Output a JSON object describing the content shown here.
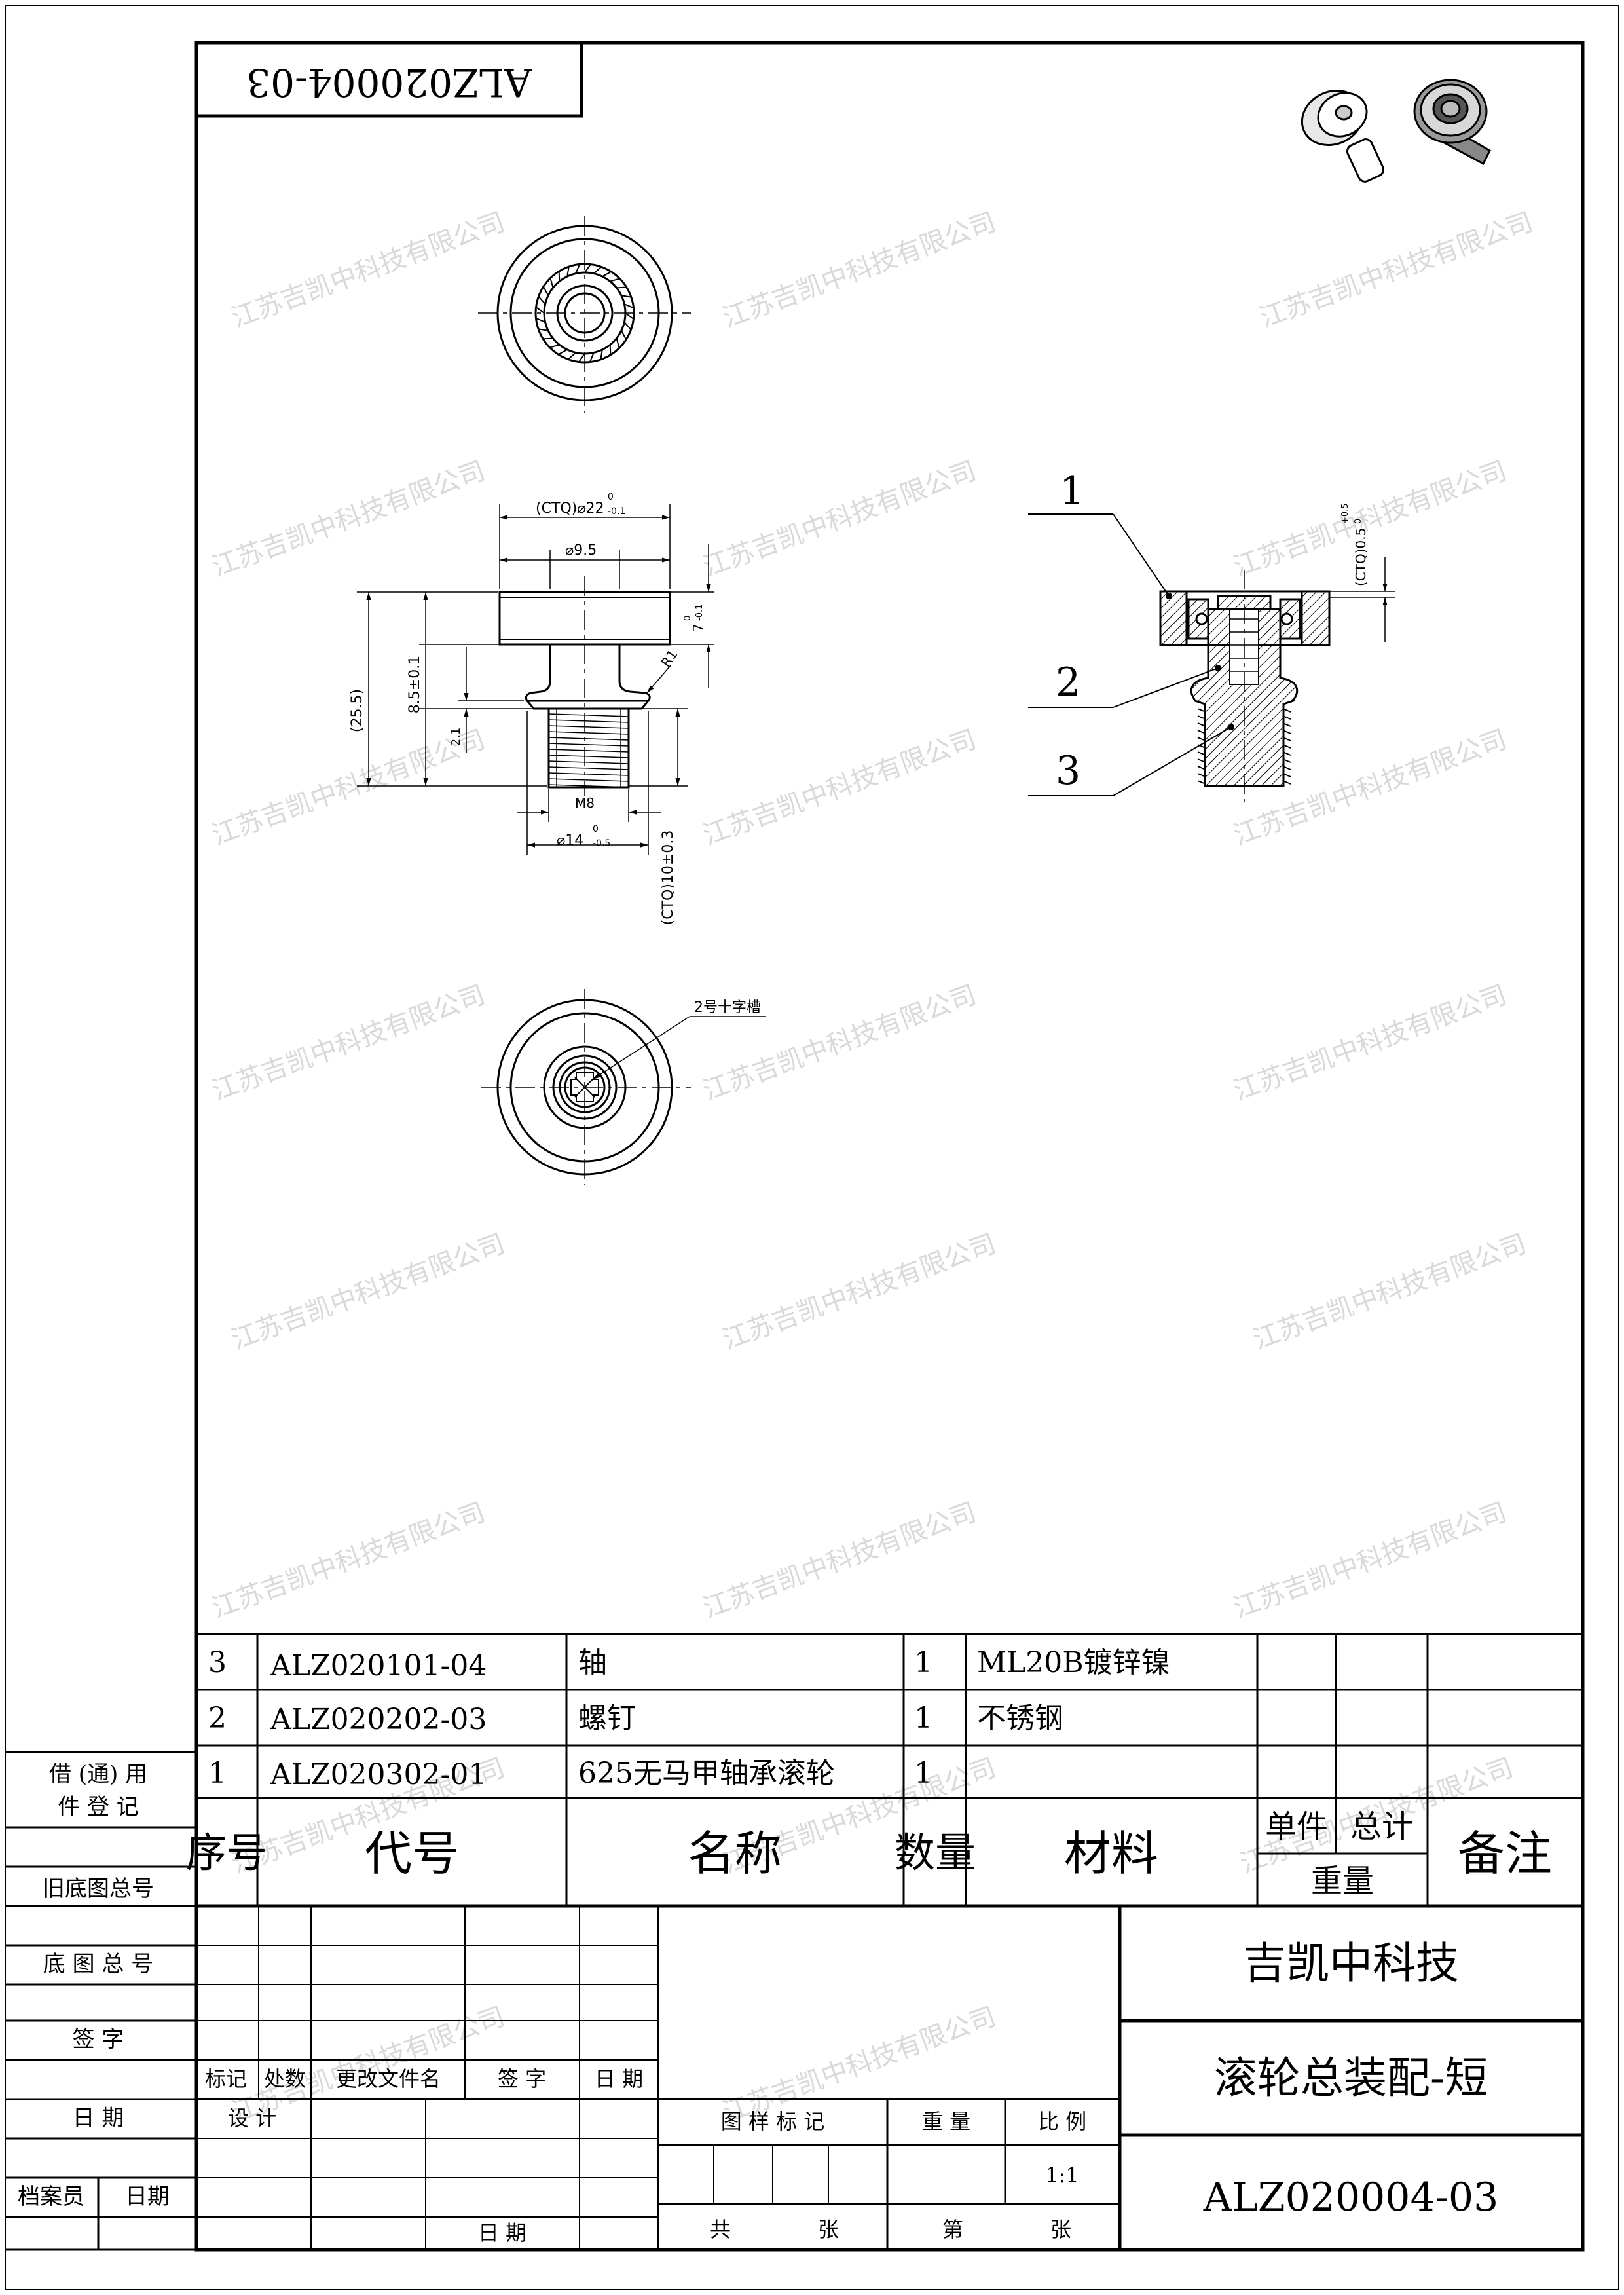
{
  "drawing_number_flipped": "ALZ020004-03",
  "watermark": "江苏吉凯中科技有限公司",
  "callouts": [
    "1",
    "2",
    "3"
  ],
  "dimensions": {
    "outer_dia": "(CTQ)⌀22",
    "outer_dia_tol_upper": "0",
    "outer_dia_tol_lower": "-0.1",
    "inner_dia": "⌀9.5",
    "overall_height": "(25.5)",
    "shaft_len": "8.5±0.1",
    "wheel_thick": "7",
    "wheel_thick_tol_upper": "0",
    "wheel_thick_tol_lower": "-0.1",
    "small_len": "2.1",
    "radius": "R1",
    "thread": "M8",
    "flange_dia": "⌀14",
    "flange_tol_upper": "0",
    "flange_tol_lower": "-0.5",
    "thread_len": "(CTQ)10±0.3",
    "gap": "(CTQ)0.5",
    "gap_tol_upper": "+0.5",
    "gap_tol_lower": "0",
    "cross_slot_note": "2号十字槽"
  },
  "bom": {
    "rows": [
      {
        "seq": "3",
        "code": "ALZ020101-04",
        "name": "轴",
        "qty": "1",
        "material": "ML20B镀锌镍"
      },
      {
        "seq": "2",
        "code": "ALZ020202-03",
        "name": "螺钉",
        "qty": "1",
        "material": "不锈钢"
      },
      {
        "seq": "1",
        "code": "ALZ020302-01",
        "name": "625无马甲轴承滚轮",
        "qty": "1",
        "material": ""
      }
    ],
    "headers": {
      "seq": "序号",
      "code": "代号",
      "name": "名称",
      "qty": "数量",
      "material": "材料",
      "unit": "单件",
      "total": "总计",
      "weight": "重量",
      "remarks": "备注"
    }
  },
  "side_panel": {
    "borrow": "借 (通) 用",
    "register": "件 登 记",
    "old_base": "旧底图总号",
    "base": "底 图 总 号",
    "sign": "签 字",
    "date": "日 期",
    "archivist": "档案员",
    "archive_date": "日期"
  },
  "title_block": {
    "company": "吉凯中科技",
    "title": "滚轮总装配-短",
    "drawing_no": "ALZ020004-03",
    "marker": "标记",
    "count": "处数",
    "change_doc": "更改文件名",
    "signature": "签 字",
    "date": "日 期",
    "design": "设 计",
    "date2": "日 期",
    "pattern_mark": "图 样 标 记",
    "weight": "重 量",
    "scale_label": "比 例",
    "scale": "1:1",
    "total": "共",
    "sheet": "张",
    "page": "第",
    "sheet2": "张"
  }
}
